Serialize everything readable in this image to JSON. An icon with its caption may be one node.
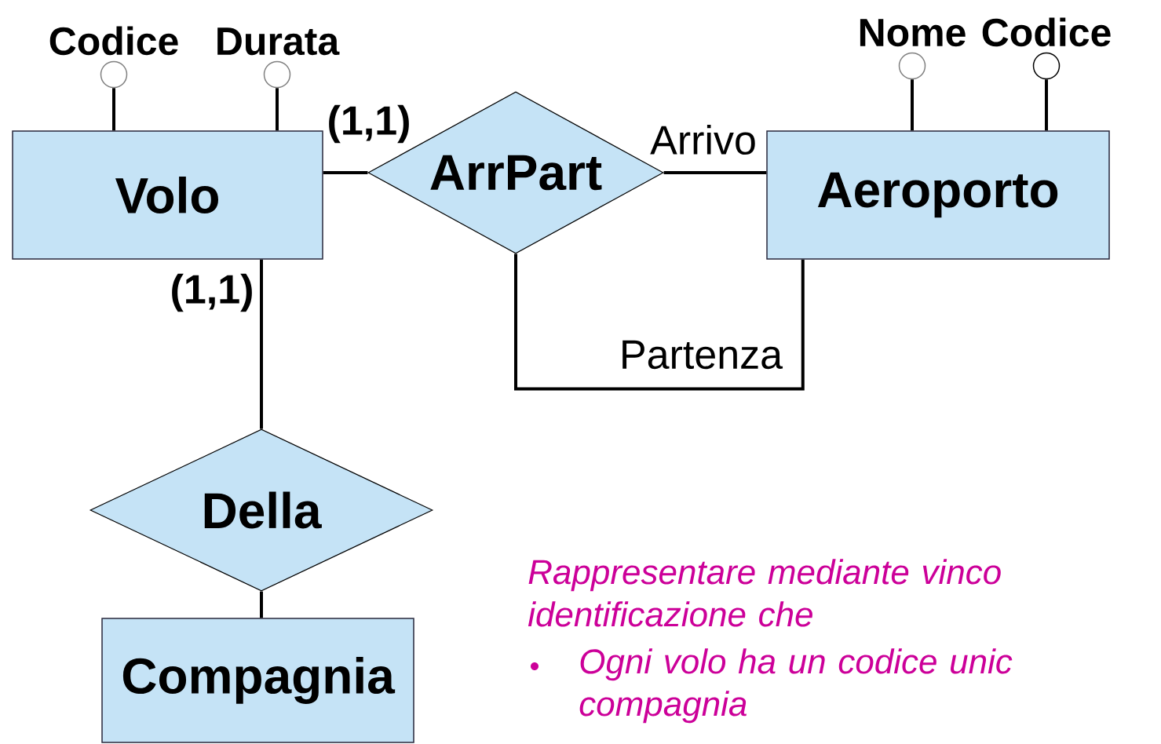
{
  "diagram": {
    "nodes": [
      {
        "text": [
          "Volo"
        ]
      },
      {
        "text": [
          "ArrPart"
        ]
      },
      {
        "text": [
          "Aeroporto"
        ]
      },
      {
        "text": [
          "Della"
        ]
      },
      {
        "text": [
          "Compagnia"
        ]
      },
      {
        "text": [
          "Codice"
        ]
      },
      {
        "text": [
          "Durata"
        ]
      },
      {
        "text": [
          "Nome"
        ]
      },
      {
        "text": [
          "Codice"
        ]
      }
    ],
    "edges": [
      {
        "from": 5,
        "to": 0,
        "arrow": "none"
      },
      {
        "from": 6,
        "to": 0,
        "arrow": "none"
      },
      {
        "from": 7,
        "to": 2,
        "arrow": "none"
      },
      {
        "from": 8,
        "to": 2,
        "arrow": "none"
      },
      {
        "from": 0,
        "to": 1,
        "arrow": "none",
        "label": "(1,1)"
      },
      {
        "from": 1,
        "to": 2,
        "arrow": "none",
        "label": "Arrivo"
      },
      {
        "from": 1,
        "to": 2,
        "arrow": "none",
        "label": "Partenza"
      },
      {
        "from": 0,
        "to": 3,
        "arrow": "none",
        "label": "(1,1)"
      },
      {
        "from": 3,
        "to": 4,
        "arrow": "none"
      }
    ],
    "labels": [
      "Rappresentare mediante vinco identificazione che",
      "Ogni volo ha un codice unic compagnia"
    ]
  }
}
